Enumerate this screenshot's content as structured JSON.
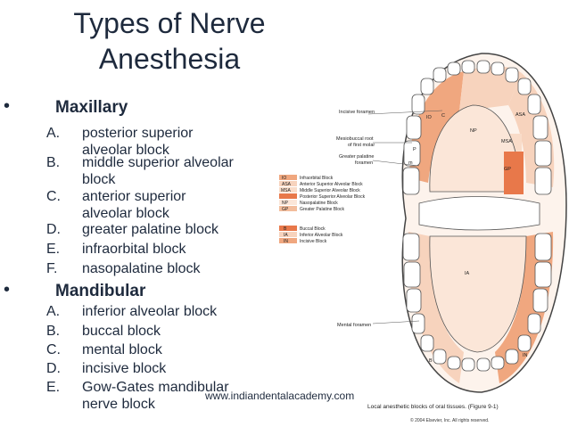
{
  "title": {
    "line1": "Types of Nerve",
    "line2": "Anesthesia"
  },
  "maxillary": {
    "bullet": "•",
    "heading": "Maxillary",
    "items": [
      {
        "letter": "A.",
        "line1": "posterior superior",
        "line2": "alveolar block"
      },
      {
        "letter": "B.",
        "line1": "middle superior alveolar",
        "line2": "block"
      },
      {
        "letter": "C.",
        "line1": "anterior superior",
        "line2": "alveolar block"
      },
      {
        "letter": "D.",
        "line1": "greater palatine block"
      },
      {
        "letter": "E.",
        "line1": "infraorbital block"
      },
      {
        "letter": "F.",
        "line1": "nasopalatine block"
      }
    ]
  },
  "mandibular": {
    "bullet": "•",
    "heading": "Mandibular",
    "items": [
      {
        "letter": "A.",
        "line1": "inferior alveolar block"
      },
      {
        "letter": "B.",
        "line1": "buccal block"
      },
      {
        "letter": "C.",
        "line1": "mental block"
      },
      {
        "letter": "D.",
        "line1": "incisive block"
      },
      {
        "letter": "E.",
        "line1": "Gow-Gates mandibular",
        "line2": "nerve block"
      }
    ]
  },
  "website": "www.indiandentalacademy.com",
  "figure": {
    "labels": {
      "incisive_foramen": "Incisive foramen",
      "mesiobuccal_1": "Mesiobuccal root",
      "mesiobuccal_2": "of first molar",
      "greater_palatine_1": "Greater palatine",
      "greater_palatine_2": "foramen",
      "mental_foramen": "Mental foramen"
    },
    "region_tags": {
      "io": "IO",
      "asa": "ASA",
      "np": "NP",
      "msa": "MSA",
      "gp": "GP",
      "ia": "IA",
      "in": "IN",
      "c": "C",
      "p": "P",
      "m": "m",
      "b": "B"
    },
    "legend_maxillary": [
      {
        "code": "IO",
        "text": "Infraorbital Block"
      },
      {
        "code": "ASA",
        "text": "Anterior Superior Alveolar Block"
      },
      {
        "code": "MSA",
        "text": "Middle Superior Alveolar Block"
      },
      {
        "code": "",
        "text": "Posterior Superior Alveolar Block"
      },
      {
        "code": "NP",
        "text": "Nasopalatine Block"
      },
      {
        "code": "GP",
        "text": "Greater Palatine Block"
      }
    ],
    "legend_mandibular": [
      {
        "code": "B",
        "text": "Buccal Block"
      },
      {
        "code": "IA",
        "text": "Inferior Alveolar Block"
      },
      {
        "code": "IN",
        "text": "Incisive Block"
      }
    ],
    "caption": "Local anesthetic blocks of oral tissues. (Figure 9-1)",
    "copyright": "© 2004 Elsevier, Inc. All rights reserved."
  },
  "colors": {
    "text": "#1e2a3d",
    "peach_light": "#f7d3bd",
    "peach": "#f0a77f",
    "orange": "#e8784a"
  }
}
